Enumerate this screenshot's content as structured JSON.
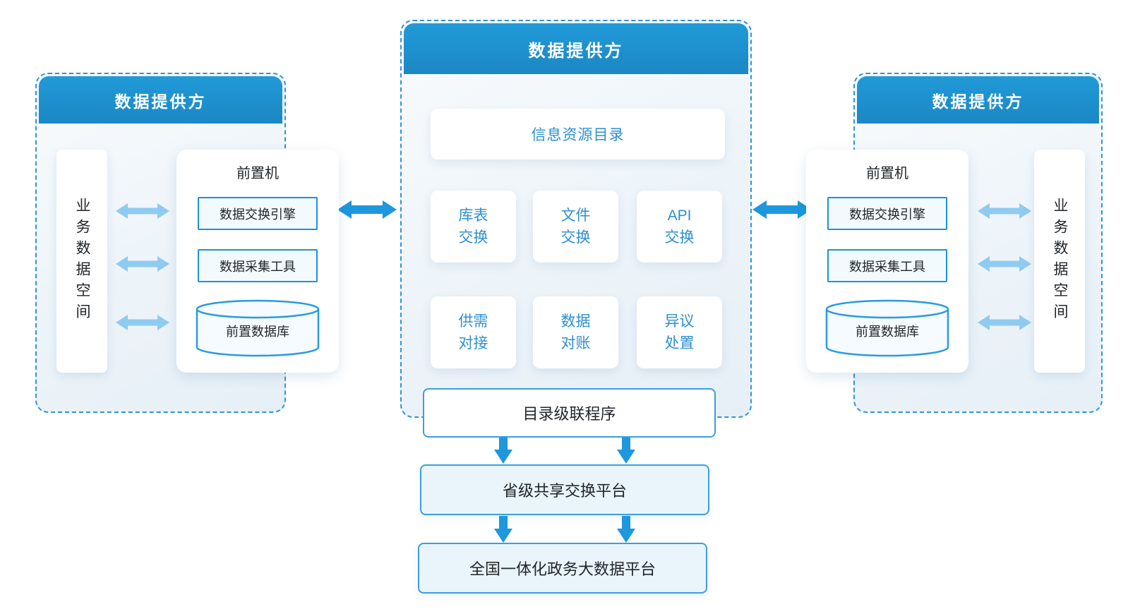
{
  "center_panel": {
    "title": "数据提供方",
    "catalog_label": "信息资源目录",
    "functions": [
      "库表\n交换",
      "文件\n交换",
      "API\n交换",
      "供需\n对接",
      "数据\n对账",
      "异议\n处置"
    ],
    "cascade_label": "目录级联程序"
  },
  "left_panel": {
    "title": "数据提供方",
    "data_space_label": "业务数据空间",
    "frontend": {
      "title": "前置机",
      "engine_label": "数据交换引擎",
      "tool_label": "数据采集工具",
      "database_label": "前置数据库"
    }
  },
  "right_panel": {
    "title": "数据提供方",
    "data_space_label": "业务数据空间",
    "frontend": {
      "title": "前置机",
      "engine_label": "数据交换引擎",
      "tool_label": "数据采集工具",
      "database_label": "前置数据库"
    }
  },
  "platforms": {
    "provincial_label": "省级共享交换平台",
    "national_label": "全国一体化政务大数据平台"
  },
  "colors": {
    "header_blue": "#1e90cd",
    "dashed_border": "#2e93dc",
    "strong_arrow": "#1d97dd",
    "light_arrow": "#8fcbf1",
    "blue_text": "#2d8fd2",
    "box_border": "#1e90d9",
    "platform_fill": "#e9f4fb",
    "dark_text": "#212529"
  }
}
